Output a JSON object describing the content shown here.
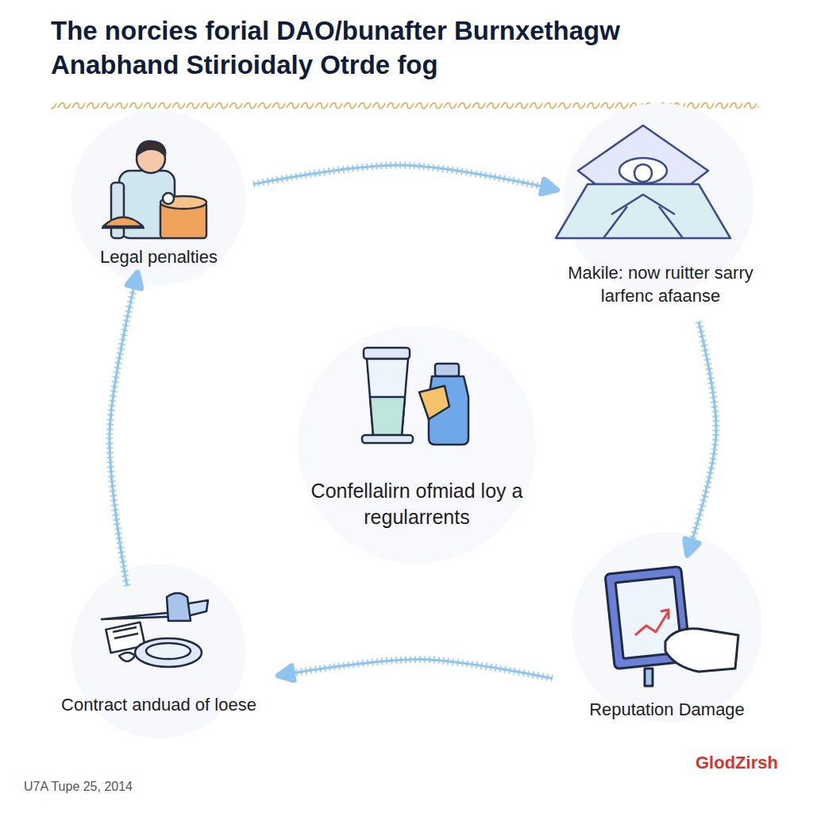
{
  "diagram": {
    "title": "The norcies forial DAO/bunafter Burnxethagw Anabhand Stirioidaly Otrde fog",
    "nodes": [
      {
        "text": [
          "Legal penalties"
        ]
      },
      {
        "text": [
          "Makile: now ruitter sarry larfenc afaanse"
        ]
      },
      {
        "text": [
          "Confellalirn ofmiad loy a regularrents"
        ]
      },
      {
        "text": [
          "Contract anduad of loese"
        ]
      },
      {
        "text": [
          "Reputation Damage"
        ]
      }
    ],
    "edges": [
      {
        "from": 0,
        "to": 1,
        "arrow": "to"
      },
      {
        "from": 1,
        "to": 4,
        "arrow": "to"
      },
      {
        "from": 4,
        "to": 3,
        "arrow": "to"
      },
      {
        "from": 3,
        "to": 0,
        "arrow": "to"
      }
    ],
    "labels": [
      "U7A Tupe 25, 2014",
      "GlodZirsh"
    ]
  }
}
